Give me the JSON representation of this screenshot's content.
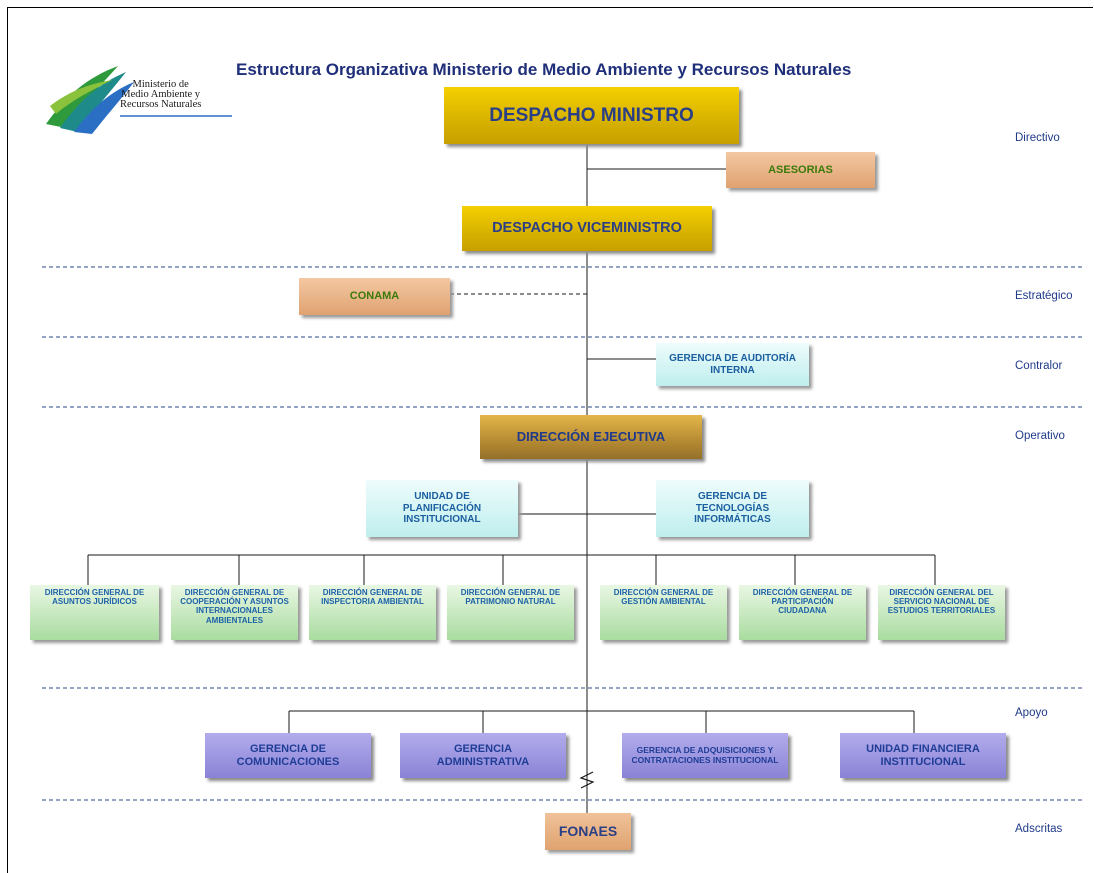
{
  "title": "Estructura Organizativa Ministerio de Medio Ambiente y Recursos Naturales",
  "logo": {
    "line1": "Ministerio de",
    "line2": "Medio Ambiente y",
    "line3": "Recursos Naturales"
  },
  "levels": {
    "directivo": "Directivo",
    "estrategico": "Estratégico",
    "contralor": "Contralor",
    "operativo": "Operativo",
    "apoyo": "Apoyo",
    "adscritas": "Adscritas"
  },
  "boxes": {
    "despacho_ministro": "DESPACHO MINISTRO",
    "asesorias": "ASESORIAS",
    "despacho_viceministro": "DESPACHO VICEMINISTRO",
    "conama": "CONAMA",
    "auditoria": [
      "GERENCIA DE AUDITORÍA",
      "INTERNA"
    ],
    "direccion_ejecutiva": "DIRECCIÓN EJECUTIVA",
    "planificacion": [
      "UNIDAD DE",
      "PLANIFICACIÓN",
      "INSTITUCIONAL"
    ],
    "tecnologias": [
      "GERENCIA DE",
      "TECNOLOGÍAS",
      "INFORMÁTICAS"
    ],
    "dg_juridicos": [
      "DIRECCIÓN GENERAL DE",
      "ASUNTOS JURÍDICOS"
    ],
    "dg_cooperacion": [
      "DIRECCIÓN  GENERAL  DE",
      "COOPERACIÓN  Y ASUNTOS",
      "INTERNACIONALES",
      "AMBIENTALES"
    ],
    "dg_inspectoria": [
      "DIRECCIÓN GENERAL DE",
      "INSPECTORIA AMBIENTAL"
    ],
    "dg_patrimonio": [
      "DIRECCIÓN GENERAL DE",
      "PATRIMONIO NATURAL"
    ],
    "dg_gestion": [
      "DIRECCIÓN GENERAL DE",
      "GESTIÓN AMBIENTAL"
    ],
    "dg_participacion": [
      "DIRECCIÓN GENERAL DE",
      "PARTICIPACIÓN",
      "CIUDADANA"
    ],
    "dg_servicio": [
      "DIRECCIÓN GENERAL DEL",
      "SERVICIO NACIONAL DE",
      "ESTUDIOS TERRITORIALES"
    ],
    "comunicaciones": [
      "GERENCIA DE",
      "COMUNICACIONES"
    ],
    "administrativa": [
      "GERENCIA",
      "ADMINISTRATIVA"
    ],
    "adquisiciones": [
      "GERENCIA DE ADQUISICIONES Y",
      "CONTRATACIONES INSTITUCIONAL"
    ],
    "financiera": [
      "UNIDAD  FINANCIERA",
      "INSTITUCIONAL"
    ],
    "fonaes": "FONAES"
  },
  "colors": {
    "title": "#1f2f7a",
    "gold": "#e0bd00",
    "peach": "#e8b084",
    "cyan": "#c8f0f0",
    "green": "#b8e2b0",
    "violet": "#9c96de"
  }
}
